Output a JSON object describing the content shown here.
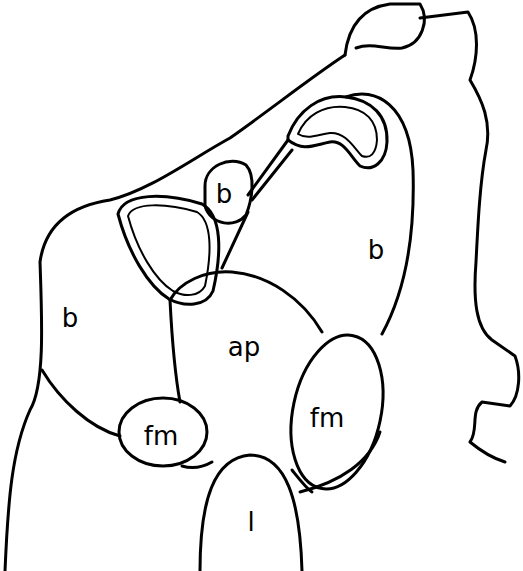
{
  "diagram": {
    "labels": [
      "b",
      "b",
      "b",
      "ap",
      "fm",
      "fm",
      "l"
    ]
  }
}
